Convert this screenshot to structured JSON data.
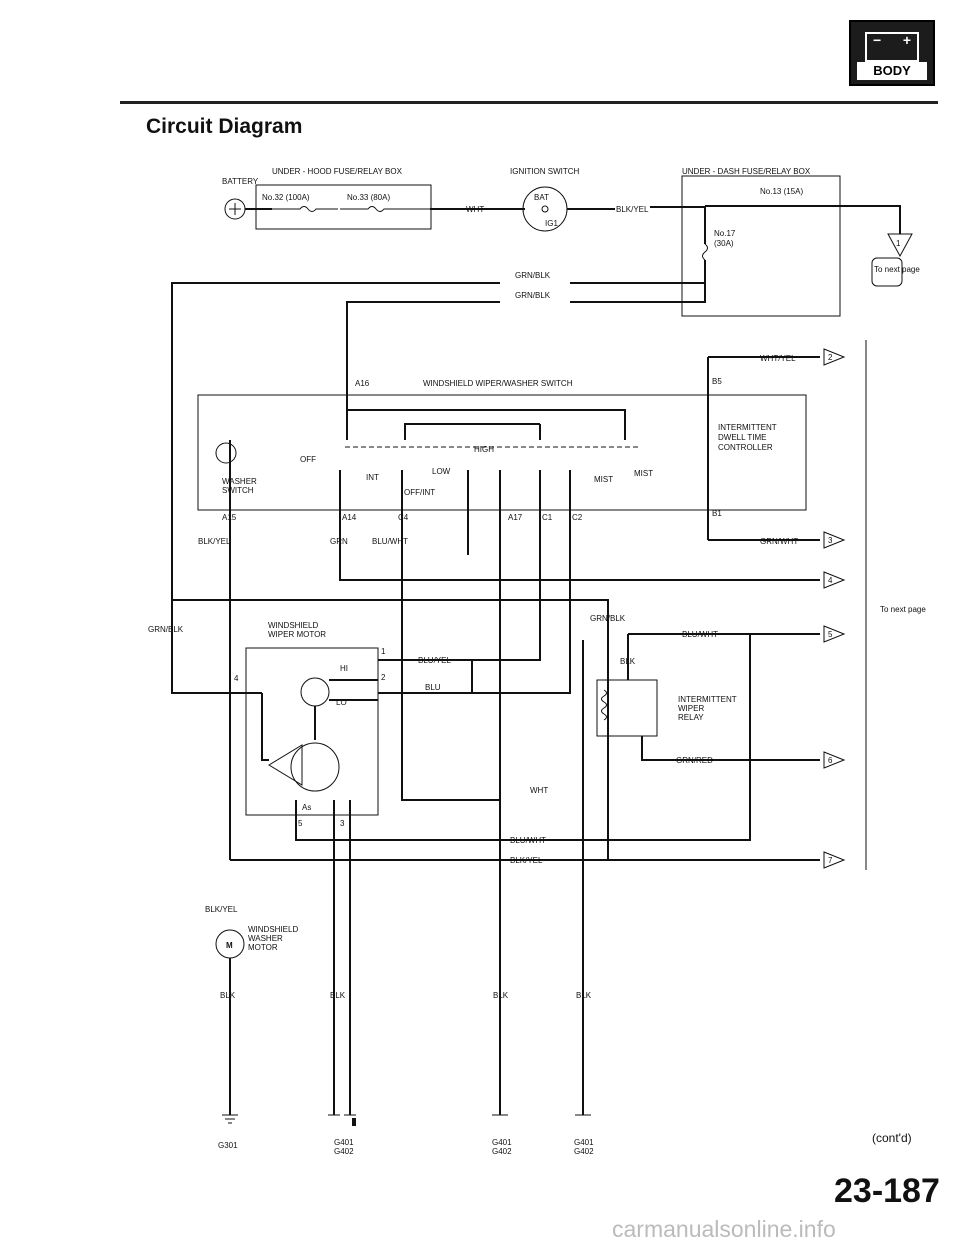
{
  "header": {
    "badge_minus": "−",
    "badge_plus": "+",
    "badge_label": "BODY",
    "title": "Circuit Diagram"
  },
  "labels": {
    "battery": "BATTERY",
    "fuse_box_hood": "UNDER - HOOD FUSE/RELAY BOX",
    "fuse32": "No.32 (100A)",
    "fuse33": "No.33 (80A)",
    "ignition_switch": "IGNITION SWITCH",
    "bat": "BAT",
    "ig1": "IG1",
    "dash_box": "UNDER - DASH FUSE/RELAY BOX",
    "fuse13": "No.13 (15A)",
    "fuse17": "No.17",
    "fuse17_amp": "(30A)",
    "to_next_page": "To next page",
    "wiper_switch": "WINDSHIELD WIPER/WASHER SWITCH",
    "washer_switch_1": "WASHER",
    "washer_switch_2": "SWITCH",
    "off": "OFF",
    "int": "INT",
    "low": "LOW",
    "high": "HIGH",
    "mist": "MIST",
    "off_int": "OFF/INT",
    "controller_1": "INTERMITTENT",
    "controller_2": "DWELL TIME",
    "controller_3": "CONTROLLER",
    "motor_1": "WINDSHIELD",
    "motor_2": "WIPER MOTOR",
    "hi": "HI",
    "lo": "LO",
    "as": "As",
    "relay_1": "INTERMITTENT",
    "relay_2": "WIPER",
    "relay_3": "RELAY",
    "washer_motor_1": "WINDSHIELD",
    "washer_motor_2": "WASHER",
    "washer_motor_3": "MOTOR",
    "m": "M",
    "cont": "(cont'd)",
    "page_number": "23-187",
    "watermark": "carmanualsonline.info"
  },
  "wires": {
    "wht": "WHT",
    "blk_yel": "BLK/YEL",
    "grn_blk": "GRN/BLK",
    "wht_yel": "WHT/YEL",
    "grn_wht": "GRN/WHT",
    "grn": "GRN",
    "blu_wht": "BLU/WHT",
    "blu_yel": "BLU/YEL",
    "blu": "BLU",
    "blk": "BLK",
    "grn_red": "GRN/RED"
  },
  "connectors": {
    "a16": "A16",
    "a15": "A15",
    "a14": "A14",
    "c4": "C4",
    "a17": "A17",
    "c1": "C1",
    "c2": "C2",
    "b5": "B5",
    "b1": "B1",
    "m1": "1",
    "m2": "2",
    "m4": "4",
    "m5": "5",
    "m3": "3"
  },
  "next_page_markers": [
    "1",
    "2",
    "3",
    "4",
    "5",
    "6",
    "7"
  ],
  "grounds": {
    "g301": "G301",
    "g401_a": "G401",
    "g402_a": "G402",
    "g401_b": "G401",
    "g402_b": "G402",
    "g401_c": "G401",
    "g402_c": "G402"
  }
}
